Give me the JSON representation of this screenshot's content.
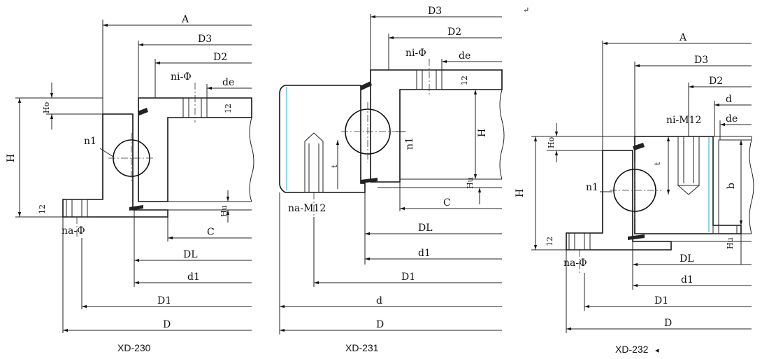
{
  "captions": {
    "xd230": "XD-230",
    "xd231": "XD-231",
    "xd232": "XD-232"
  },
  "return_mark": "↵",
  "caption_mark": "◂",
  "labels": {
    "A": "A",
    "D3": "D3",
    "D2": "D2",
    "de": "de",
    "d": "d",
    "ni_phi": "ni-Φ",
    "ni_m12": "ni-M12",
    "na_phi": "na-Φ",
    "na_m12": "na-M12",
    "n1": "n1",
    "H": "H",
    "Ho": "Ho",
    "Hu": "Hu",
    "t": "t",
    "b": "b",
    "twelve": "12",
    "C": "C",
    "DL": "DL",
    "d1": "d1",
    "D1": "D1",
    "D": "D"
  }
}
